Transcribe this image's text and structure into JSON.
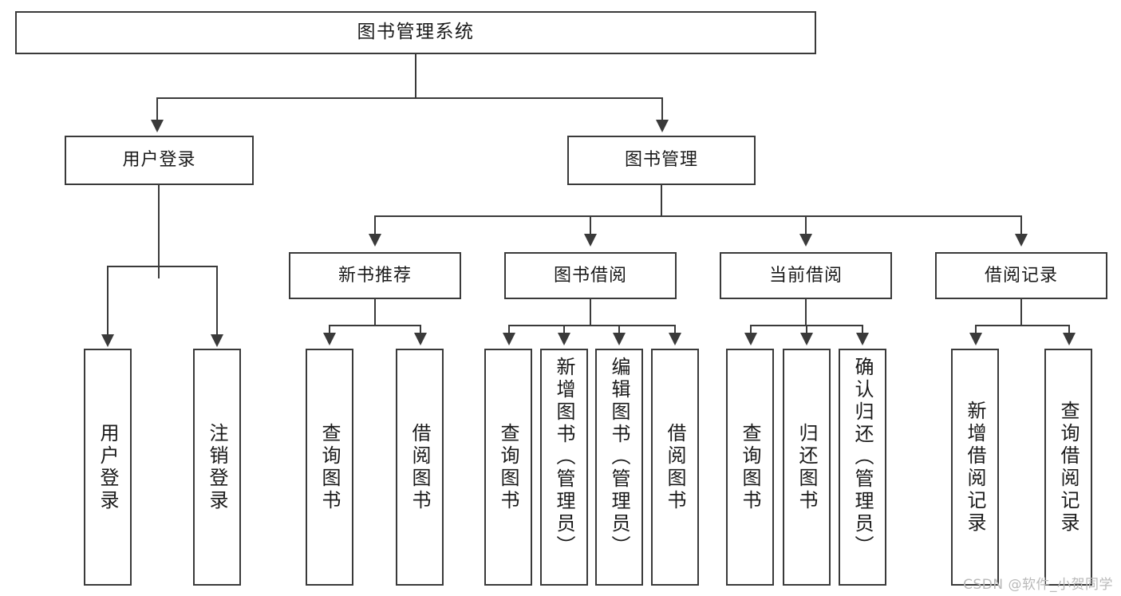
{
  "diagram": {
    "title": "图书管理系统",
    "type": "tree-hierarchy",
    "root": {
      "label": "图书管理系统"
    },
    "level2": [
      {
        "label": "用户登录"
      },
      {
        "label": "图书管理"
      }
    ],
    "level3": [
      {
        "label": "新书推荐"
      },
      {
        "label": "图书借阅"
      },
      {
        "label": "当前借阅"
      },
      {
        "label": "借阅记录"
      }
    ],
    "leaves": {
      "user_login": [
        {
          "label": "用户登录"
        },
        {
          "label": "注销登录"
        }
      ],
      "new_book_recommend": [
        {
          "label": "查询图书"
        },
        {
          "label": "借阅图书"
        }
      ],
      "book_borrow": [
        {
          "label": "查询图书"
        },
        {
          "label": "新增图书（管理员）"
        },
        {
          "label": "编辑图书（管理员）"
        },
        {
          "label": "借阅图书"
        }
      ],
      "current_borrow": [
        {
          "label": "查询图书"
        },
        {
          "label": "归还图书"
        },
        {
          "label": "确认归还（管理员）"
        }
      ],
      "borrow_record": [
        {
          "label": "新增借阅记录"
        },
        {
          "label": "查询借阅记录"
        }
      ]
    }
  },
  "watermark": {
    "text": "CSDN @软件_小贺同学"
  },
  "colors": {
    "box_border": "#3a3a3a",
    "box_fill": "#ffffff",
    "text": "#1a1a1a",
    "connector": "#3a3a3a",
    "watermark": "#b9b9b9"
  }
}
